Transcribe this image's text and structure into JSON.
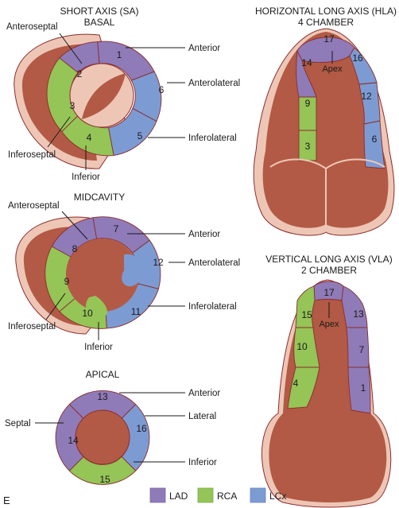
{
  "titles": {
    "sa_line1": "SHORT AXIS (SA)",
    "sa_line2": "BASAL",
    "mid": "MIDCAVITY",
    "apical": "APICAL",
    "hla_line1": "HORIZONTAL LONG AXIS (HLA)",
    "hla_line2": "4 CHAMBER",
    "vla_line1": "VERTICAL LONG AXIS (VLA)",
    "vla_line2": "2 CHAMBER"
  },
  "labels": {
    "basal": {
      "anteroseptal": "Anteroseptal",
      "anterior": "Anterior",
      "anterolateral": "Anterolateral",
      "inferolateral": "Inferolateral",
      "inferior": "Inferior",
      "inferoseptal": "Inferoseptal"
    },
    "mid": {
      "anteroseptal": "Anteroseptal",
      "anterior": "Anterior",
      "anterolateral": "Anterolateral",
      "inferolateral": "Inferolateral",
      "inferior": "Inferior",
      "inferoseptal": "Inferoseptal"
    },
    "apical": {
      "anterior": "Anterior",
      "lateral": "Lateral",
      "inferior": "Inferior",
      "septal": "Septal"
    },
    "hla_apex": "Apex",
    "vla_apex": "Apex"
  },
  "segments": {
    "basal": [
      {
        "num": "1",
        "territory": "LAD"
      },
      {
        "num": "2",
        "territory": "LAD"
      },
      {
        "num": "3",
        "territory": "RCA"
      },
      {
        "num": "4",
        "territory": "RCA"
      },
      {
        "num": "5",
        "territory": "LCx"
      },
      {
        "num": "6",
        "territory": "LCx"
      }
    ],
    "mid": [
      {
        "num": "7",
        "territory": "LAD"
      },
      {
        "num": "8",
        "territory": "LAD"
      },
      {
        "num": "9",
        "territory": "RCA"
      },
      {
        "num": "10",
        "territory": "RCA"
      },
      {
        "num": "11",
        "territory": "LCx"
      },
      {
        "num": "12",
        "territory": "LCx"
      }
    ],
    "apical": [
      {
        "num": "13",
        "territory": "LAD"
      },
      {
        "num": "14",
        "territory": "LAD"
      },
      {
        "num": "15",
        "territory": "RCA"
      },
      {
        "num": "16",
        "territory": "LCx"
      }
    ],
    "hla": [
      {
        "num": "17",
        "territory": "LAD"
      },
      {
        "num": "14",
        "territory": "LAD"
      },
      {
        "num": "9",
        "territory": "RCA"
      },
      {
        "num": "3",
        "territory": "RCA"
      },
      {
        "num": "16",
        "territory": "LCx"
      },
      {
        "num": "12",
        "territory": "LCx"
      },
      {
        "num": "6",
        "territory": "LCx"
      }
    ],
    "vla": [
      {
        "num": "17",
        "territory": "LAD"
      },
      {
        "num": "15",
        "territory": "RCA"
      },
      {
        "num": "10",
        "territory": "RCA"
      },
      {
        "num": "4",
        "territory": "RCA"
      },
      {
        "num": "13",
        "territory": "LAD"
      },
      {
        "num": "7",
        "territory": "LAD"
      },
      {
        "num": "1",
        "territory": "LAD"
      }
    ]
  },
  "legend": [
    {
      "label": "LAD",
      "color": "#8f7bb8"
    },
    {
      "label": "RCA",
      "color": "#95c457"
    },
    {
      "label": "LCx",
      "color": "#7d9bd3"
    }
  ],
  "colors": {
    "myocardium": "#b25a45",
    "pericardium": "#eec6b6",
    "outline": "#8a2c2c"
  },
  "panel_letter": "E"
}
